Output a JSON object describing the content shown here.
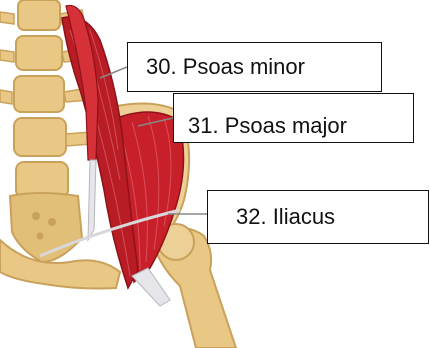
{
  "labels": {
    "psoas_minor": "30. Psoas minor",
    "psoas_major": "31. Psoas major",
    "iliacus": "32. Iliacus"
  },
  "colors": {
    "muscle": "#c8202a",
    "muscle_dark": "#8e1219",
    "bone": "#e8c884",
    "bone_shadow": "#c9a15a",
    "tendon": "#e6e6ea",
    "leader": "#888888"
  }
}
